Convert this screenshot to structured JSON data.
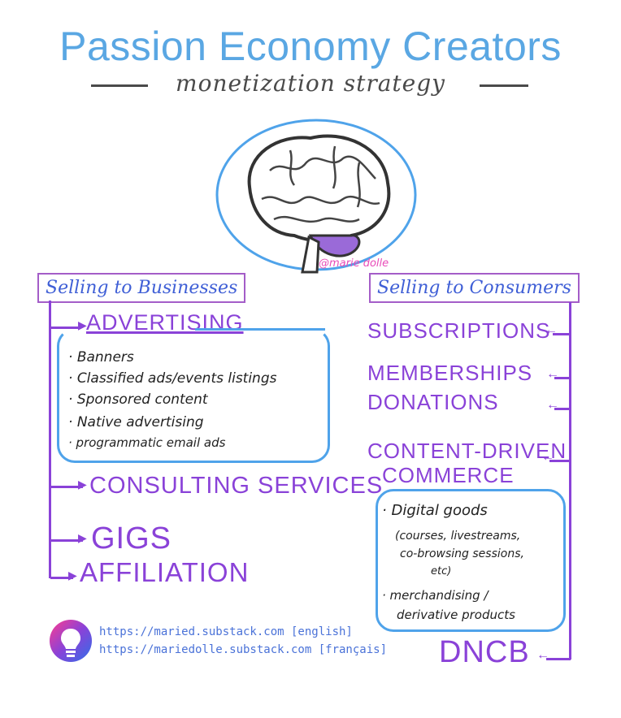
{
  "title": "Passion Economy Creators",
  "subtitle": "monetization strategy",
  "brain_watermark": "@marie dolle",
  "left": {
    "header": "Selling to Businesses",
    "advertising": {
      "label": "ADVERTISING",
      "items": [
        "Banners",
        "Classified ads/events listings",
        "Sponsored content",
        "Native advertising",
        "programmatic email ads"
      ]
    },
    "consulting": "CONSULTING SERVICES",
    "gigs": "GIGS",
    "affiliation": "AFFILIATION"
  },
  "right": {
    "header": "Selling to Consumers",
    "subscriptions": "SUBSCRIPTIONS",
    "memberships": "MEMBERSHIPS",
    "donations": "DONATIONS",
    "commerce_line1": "CONTENT-DRIVEN",
    "commerce_line2": "COMMERCE",
    "commerce_items": {
      "digital_goods": "Digital goods",
      "digital_detail_1": "(courses, livestreams,",
      "digital_detail_2": "co-browsing sessions,",
      "digital_detail_3": "etc)",
      "merch_1": "merchandising /",
      "merch_2": "derivative products"
    },
    "dncb": "DNCB"
  },
  "footer": {
    "link_english": "https://maried.substack.com [english]",
    "link_french": "https://mariedolle.substack.com [français]"
  },
  "colors": {
    "blue": "#5aa7e3",
    "purple": "#8a42d8",
    "box": "#a45dc8",
    "dark": "#222222"
  }
}
